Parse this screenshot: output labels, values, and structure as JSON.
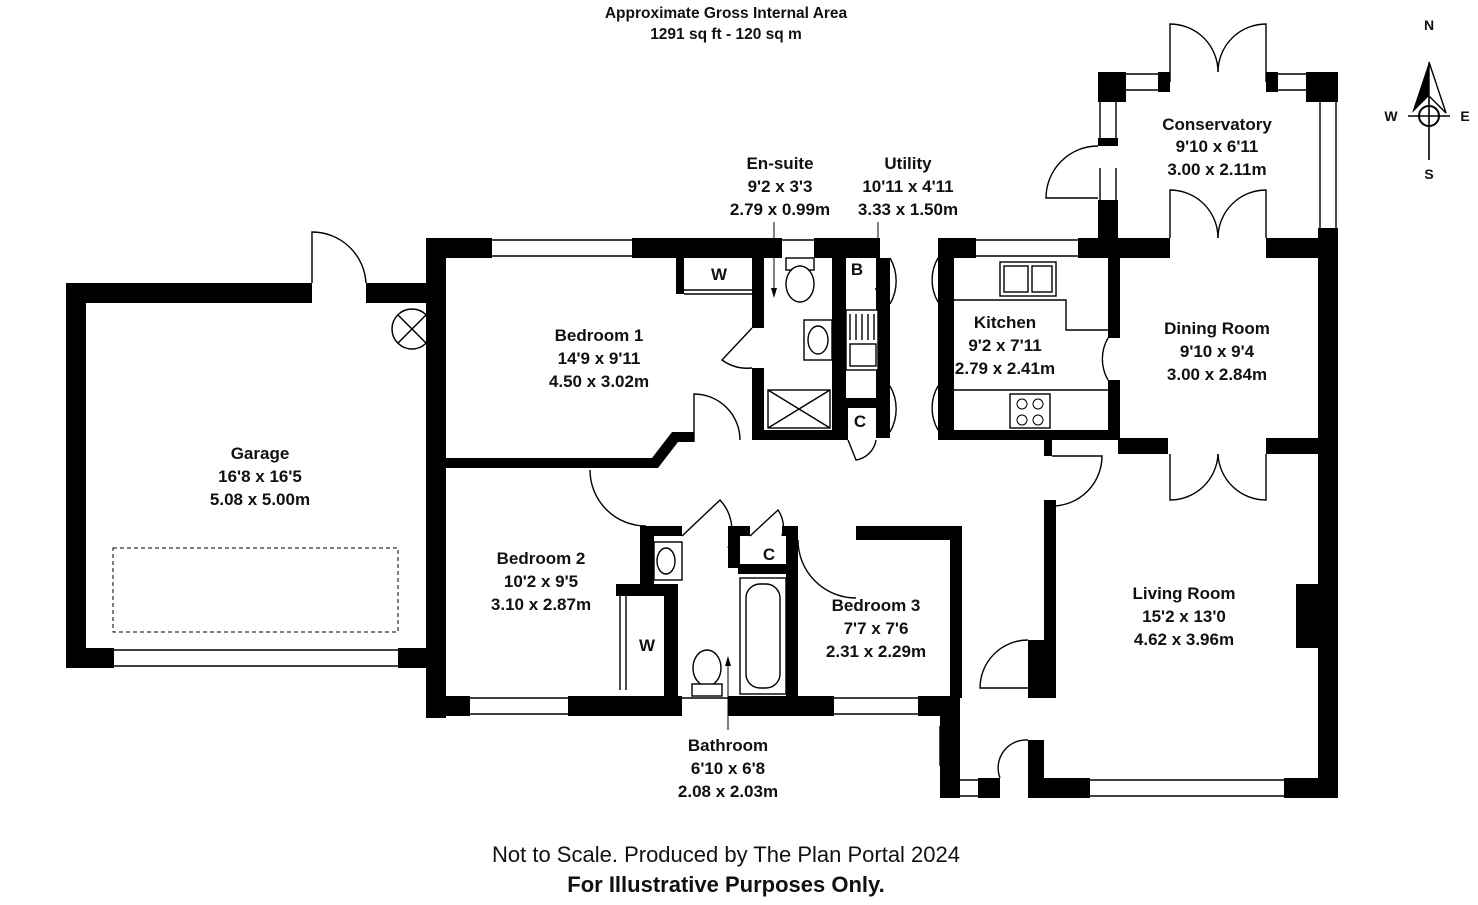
{
  "header": {
    "area_title": "Approximate Gross Internal Area",
    "area_value": "1291 sq ft - 120 sq m"
  },
  "rooms": {
    "conservatory": {
      "name": "Conservatory",
      "imperial": "9'10 x 6'11",
      "metric": "3.00 x 2.11m"
    },
    "ensuite": {
      "name": "En-suite",
      "imperial": "9'2 x 3'3",
      "metric": "2.79 x 0.99m"
    },
    "utility": {
      "name": "Utility",
      "imperial": "10'11 x 4'11",
      "metric": "3.33 x 1.50m"
    },
    "bedroom1": {
      "name": "Bedroom 1",
      "imperial": "14'9 x 9'11",
      "metric": "4.50 x 3.02m"
    },
    "kitchen": {
      "name": "Kitchen",
      "imperial": "9'2 x 7'11",
      "metric": "2.79 x 2.41m"
    },
    "dining": {
      "name": "Dining Room",
      "imperial": "9'10 x 9'4",
      "metric": "3.00 x 2.84m"
    },
    "garage": {
      "name": "Garage",
      "imperial": "16'8 x 16'5",
      "metric": "5.08 x 5.00m"
    },
    "bedroom2": {
      "name": "Bedroom 2",
      "imperial": "10'2 x 9'5",
      "metric": "3.10 x 2.87m"
    },
    "bedroom3": {
      "name": "Bedroom 3",
      "imperial": "7'7 x 7'6",
      "metric": "2.31 x 2.29m"
    },
    "living": {
      "name": "Living Room",
      "imperial": "15'2 x 13'0",
      "metric": "4.62 x 3.96m"
    },
    "bathroom": {
      "name": "Bathroom",
      "imperial": "6'10 x 6'8",
      "metric": "2.08 x 2.03m"
    }
  },
  "fixture_tags": {
    "wardrobe1": "W",
    "wardrobe2": "W",
    "boiler": "B",
    "cupboard1": "C",
    "cupboard2": "C"
  },
  "compass": {
    "north": "N",
    "south": "S",
    "east": "E",
    "west": "W"
  },
  "footer": {
    "disclaimer": "Not to Scale. Produced by The Plan Portal 2024",
    "illustrative": "For Illustrative Purposes Only."
  }
}
